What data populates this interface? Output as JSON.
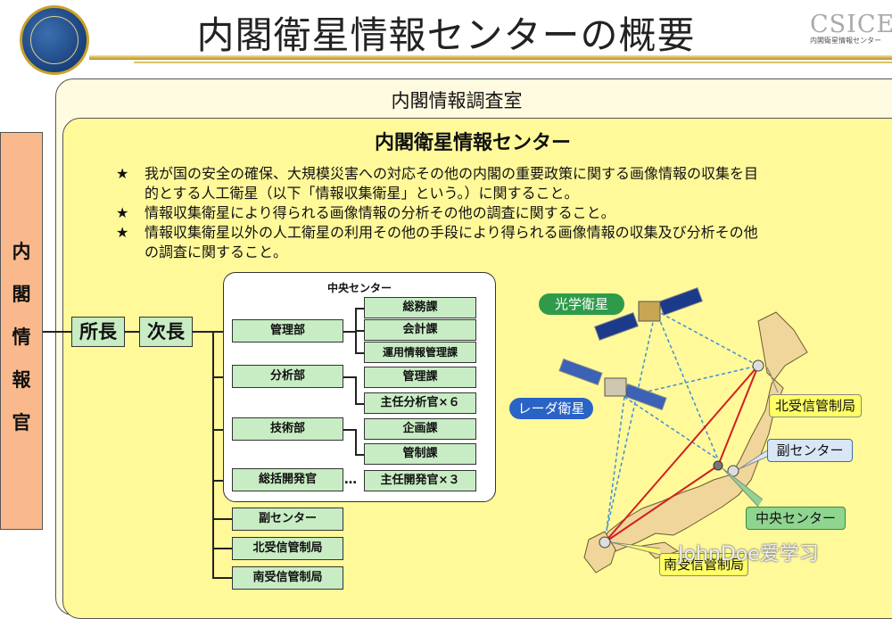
{
  "header": {
    "title": "内閣衛星情報センターの概要",
    "brand": "CSICE",
    "brand_sub": "内閣衛星情報センター"
  },
  "outer": {
    "title": "内閣情報調査室"
  },
  "inner": {
    "title": "内閣衛星情報センター",
    "bullets": [
      {
        "star": "★",
        "line1": "我が国の安全の確保、大規模災害への対応その他の内閣の重要政策に関する画像情報の収集を目",
        "line2": "的とする人工衛星（以下「情報収集衛星」という。）に関すること。"
      },
      {
        "star": "★",
        "line1": "情報収集衛星により得られる画像情報の分析その他の調査に関すること。"
      },
      {
        "star": "★",
        "line1": "情報収集衛星以外の人工衛星の利用その他の手段により得られる画像情報の収集及び分析その他",
        "line2": "の調査に関すること。"
      }
    ]
  },
  "left_label": [
    "内",
    "閣",
    "情",
    "報",
    "官"
  ],
  "org": {
    "director": "所長",
    "deputy": "次長",
    "center_label": "中央センター",
    "departments": [
      "管理部",
      "分析部",
      "技術部",
      "総括開発官"
    ],
    "sections": [
      "総務課",
      "会計課",
      "運用情報管理課",
      "管理課",
      "主任分析官×６",
      "企画課",
      "管制課",
      "主任開発官×３"
    ],
    "ellipsis": "…",
    "other_units": [
      "副センター",
      "北受信管制局",
      "南受信管制局"
    ]
  },
  "map": {
    "optical_sat": "光学衛星",
    "radar_sat": "レーダ衛星",
    "north_station": "北受信管制局",
    "sub_center": "副センター",
    "central_center": "中央センター",
    "south_station": "南受信管制局"
  },
  "watermark": "JohnDoe爱学习",
  "colors": {
    "box_green": "#c8ecc4",
    "panel_yellow": "#fff99a",
    "left_orange": "#f9b98c",
    "gold": "#c9a227"
  }
}
